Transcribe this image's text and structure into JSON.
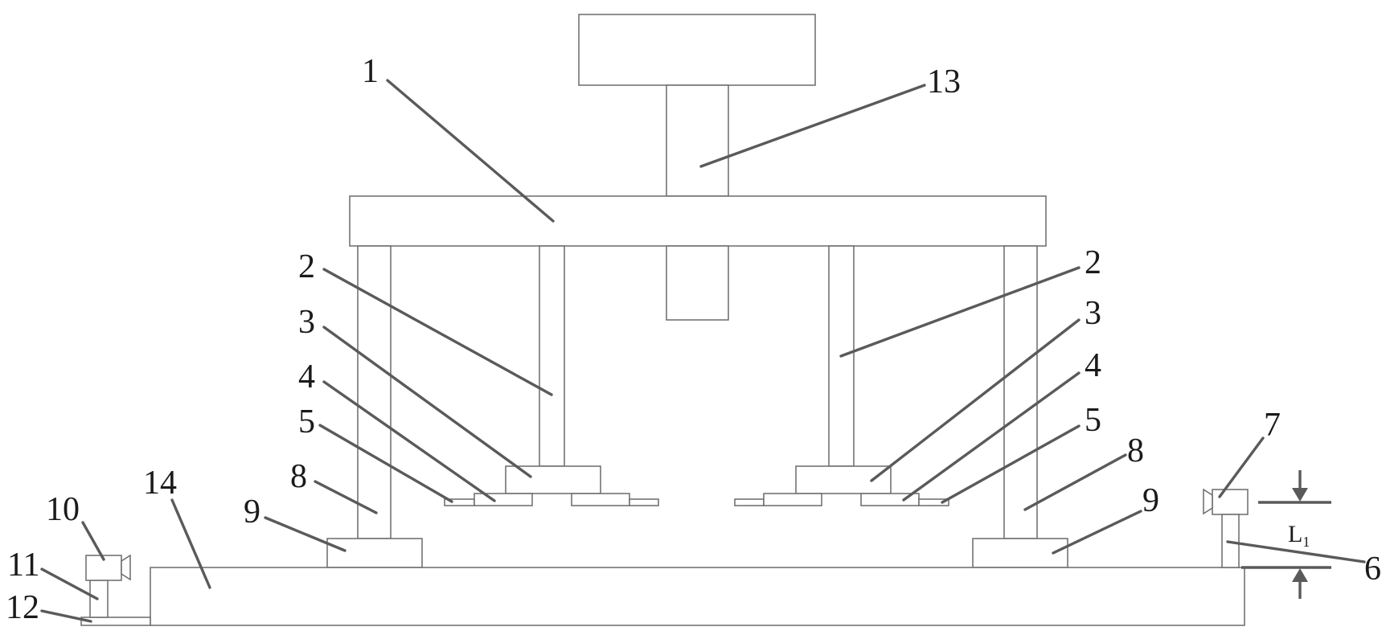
{
  "labels": {
    "l1": "1",
    "l13": "13",
    "l2_left": "2",
    "l3_left": "3",
    "l4_left": "4",
    "l5_left": "5",
    "l8_left": "8",
    "l9_left": "9",
    "l14": "14",
    "l10": "10",
    "l11": "11",
    "l12": "12",
    "l2_right": "2",
    "l3_right": "3",
    "l4_right": "4",
    "l5_right": "5",
    "l8_right": "8",
    "l9_right": "9",
    "l7": "7",
    "l6": "6"
  },
  "dimension": {
    "main": "L",
    "sub": "1"
  },
  "colors": {
    "stroke": "#6a6a6a",
    "leader": "#5a5a5a",
    "text": "#1a1a1a",
    "background": "#ffffff"
  }
}
